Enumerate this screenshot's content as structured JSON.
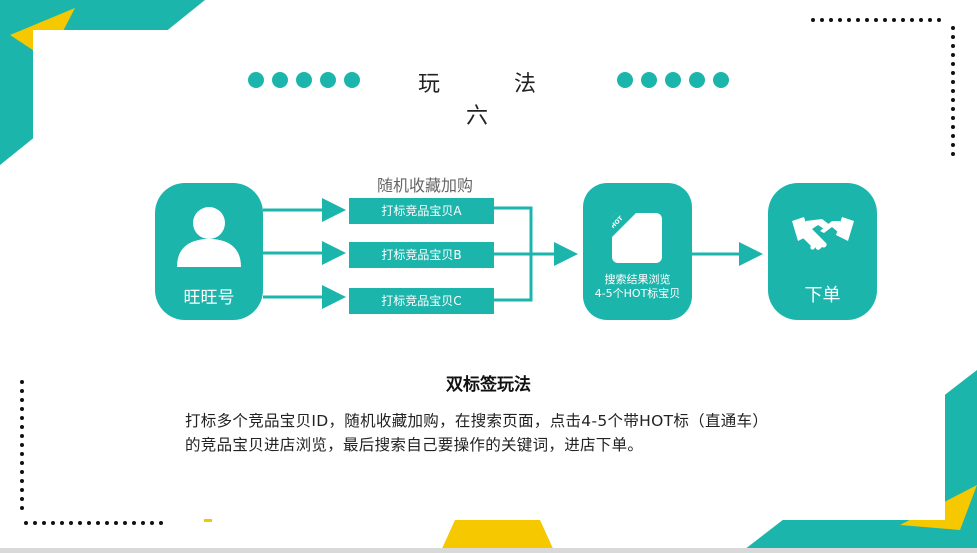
{
  "slide": {
    "title": "玩　法　六",
    "colors": {
      "teal": "#1cb5ac",
      "yellow": "#f5c800",
      "dark": "#222222"
    }
  },
  "diagram": {
    "source": {
      "label": "旺旺号",
      "icon": "user-icon"
    },
    "random_label": "随机收藏加购",
    "tags": [
      "打标竞品宝贝A",
      "打标竞品宝贝B",
      "打标竞品宝贝C"
    ],
    "search": {
      "label_line1": "搜索结果浏览",
      "label_line2": "4-5个HOT标宝贝",
      "icon": "hot-tag-icon",
      "badge": "HOT"
    },
    "order": {
      "label": "下单",
      "icon": "handshake-icon"
    }
  },
  "content": {
    "heading": "双标签玩法",
    "line1": "打标多个竞品宝贝ID，随机收藏加购，在搜索页面，点击4-5个带HOT标（直通车）",
    "line2": "的竞品宝贝进店浏览，最后搜索自己要操作的关键词，进店下单。"
  }
}
